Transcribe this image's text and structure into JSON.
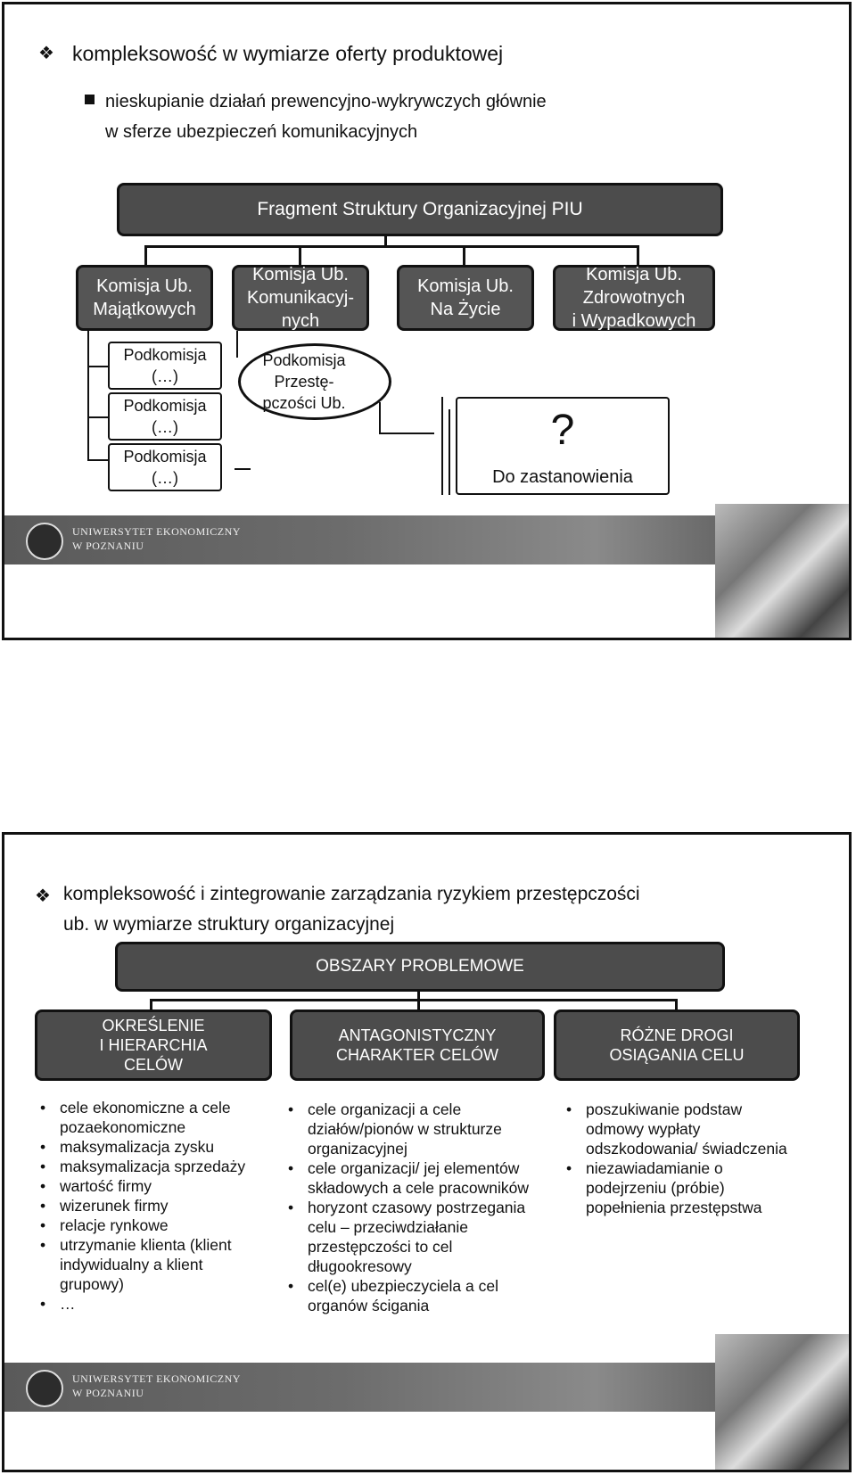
{
  "slide1": {
    "bullet_main": "kompleksowość w wymiarze oferty produktowej",
    "bullet_sub_line1": "nieskupianie działań prewencyjno-wykrywczych głównie",
    "bullet_sub_line2": "w sferze ubezpieczeń komunikacyjnych",
    "top_box": "Fragment Struktury Organizacyjnej PIU",
    "commissions": [
      {
        "line1": "Komisja Ub.",
        "line2": "Majątkowych",
        "line3": ""
      },
      {
        "line1": "Komisja Ub.",
        "line2": "Komunikacyj-",
        "line3": "nych"
      },
      {
        "line1": "Komisja Ub.",
        "line2": "Na Życie",
        "line3": ""
      },
      {
        "line1": "Komisja Ub.",
        "line2": "Zdrowotnych",
        "line3": "i Wypadkowych"
      }
    ],
    "subcommissions": [
      {
        "line1": "Podkomisja",
        "line2": "(…)"
      },
      {
        "line1": "Podkomisja",
        "line2": "(…)"
      },
      {
        "line1": "Podkomisja",
        "line2": "(…)"
      }
    ],
    "circled_sub": {
      "line1": "Podkomisja",
      "line2": "Przestę-",
      "line3": "pczości Ub."
    },
    "question_mark": "?",
    "question_caption": "Do zastanowienia",
    "footer_line1": "UNIWERSYTET EKONOMICZNY",
    "footer_line2": "W POZNANIU"
  },
  "slide2": {
    "bullet_line1": "kompleksowość i zintegrowanie zarządzania ryzykiem przestępczości",
    "bullet_line2": "ub. w wymiarze struktury organizacyjnej",
    "top_box": "OBSZARY PROBLEMOWE",
    "areas": [
      {
        "title_lines": [
          "OKREŚLENIE",
          "I HIERARCHIA",
          "CELÓW"
        ]
      },
      {
        "title_lines": [
          "ANTAGONISTYCZNY",
          "CHARAKTER CELÓW"
        ]
      },
      {
        "title_lines": [
          "RÓŻNE DROGI",
          "OSIĄGANIA CELU"
        ]
      }
    ],
    "list1": [
      "cele ekonomiczne a cele pozaekonomiczne",
      "maksymalizacja zysku",
      "maksymalizacja sprzedaży",
      "wartość firmy",
      "wizerunek firmy",
      "relacje rynkowe",
      "utrzymanie klienta (klient indywidualny a klient grupowy)",
      "…"
    ],
    "list2": [
      "cele organizacji a cele działów/pionów w strukturze organizacyjnej",
      "cele organizacji/ jej elementów składowych a cele pracowników",
      "horyzont czasowy postrzegania celu – przeciwdziałanie przestępczości to cel długookresowy",
      "cel(e) ubezpieczyciela a cel organów ścigania"
    ],
    "list3": [
      "poszukiwanie podstaw odmowy wypłaty odszkodowania/ świadczenia",
      "niezawiadamianie o podejrzeniu (próbie) popełnienia przestępstwa"
    ],
    "footer_line1": "UNIWERSYTET EKONOMICZNY",
    "footer_line2": "W POZNANIU"
  }
}
